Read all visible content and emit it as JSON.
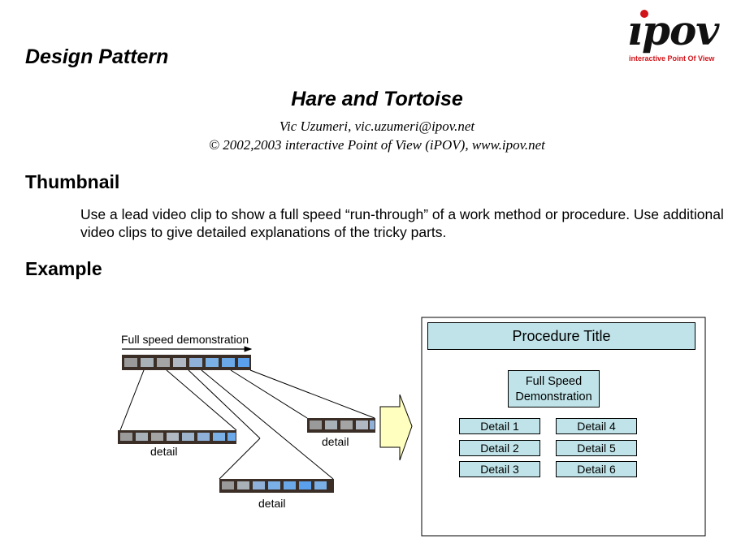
{
  "header": {
    "pattern_label": "Design Pattern",
    "logo_text": "ıpov",
    "logo_tagline": "interactive Point Of View"
  },
  "document": {
    "title": "Hare and Tortoise",
    "author": "Vic Uzumeri, vic.uzumeri@ipov.net",
    "copyright": "© 2002,2003 interactive Point of View (iPOV), www.ipov.net"
  },
  "thumbnail": {
    "heading": "Thumbnail",
    "text": "Use a lead video clip to show a full speed “run-through” of a work method or procedure. Use additional video clips to give detailed explanations of the tricky parts."
  },
  "example": {
    "heading": "Example",
    "diagram": {
      "full_speed_label": "Full speed demonstration",
      "detail_label": "detail",
      "procedure_title": "Procedure Title",
      "full_speed_box": "Full Speed Demonstration",
      "details": [
        "Detail 1",
        "Detail 4",
        "Detail 2",
        "Detail 5",
        "Detail 3",
        "Detail 6"
      ]
    }
  },
  "colors": {
    "logo_red": "#d0141a",
    "box_fill": "#bfe3e8",
    "arrow_fill": "#ffffc0",
    "film_dark": "#3a2e26",
    "frame_blue": "#7ab0e6"
  }
}
